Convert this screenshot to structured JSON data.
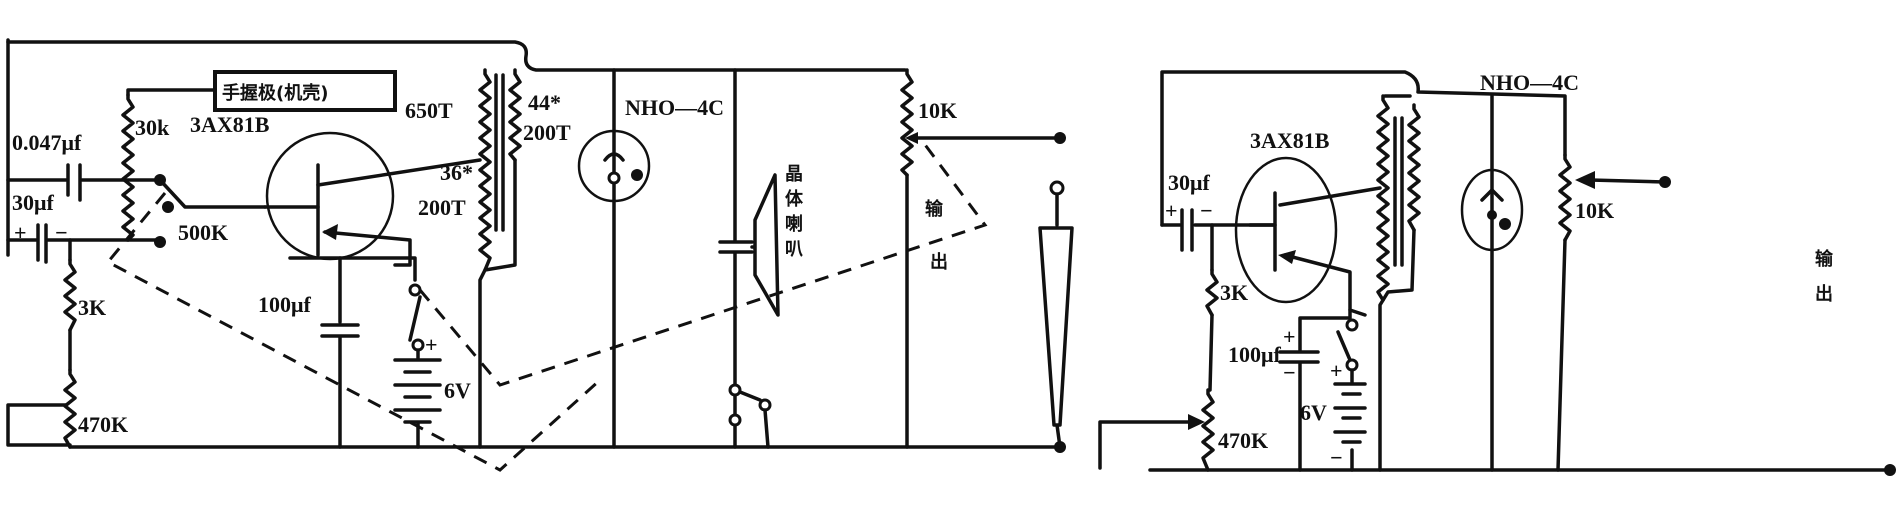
{
  "left_circuit": {
    "handle_box": "手握极(机壳)",
    "transistor": "3AX81B",
    "cap_coupling": "0.047μf",
    "res_30k": "30k",
    "cap_30uf": "30μf",
    "cap_plus": "+",
    "cap_minus": "−",
    "pot_500k": "500K",
    "res_3k": "3K",
    "pot_470k": "470K",
    "cap_100uf": "100μf",
    "battery_plus": "+",
    "battery": "6V",
    "winding_primary": "650T",
    "winding_secondary_wire": "44*",
    "winding_secondary_turns": "200T",
    "winding_feedback_wire": "36*",
    "winding_feedback_turns": "200T",
    "lamp": "NHO—4C",
    "speaker_label": [
      "晶",
      "体",
      "喇",
      "叭"
    ],
    "pot_10k": "10K",
    "output_label": [
      "输",
      "出"
    ]
  },
  "right_circuit": {
    "transistor": "3AX81B",
    "cap_30uf": "30μf",
    "cap_plus": "+",
    "cap_minus": "−",
    "res_3k": "3K",
    "pot_470k": "470K",
    "cap_100uf": "100μf",
    "cap100_plus": "+",
    "cap100_minus": "−",
    "battery": "6V",
    "battery_plus": "+",
    "battery_minus": "−",
    "lamp": "NHO—4C",
    "pot_10k": "10K",
    "output_label": [
      "输",
      "出"
    ]
  }
}
